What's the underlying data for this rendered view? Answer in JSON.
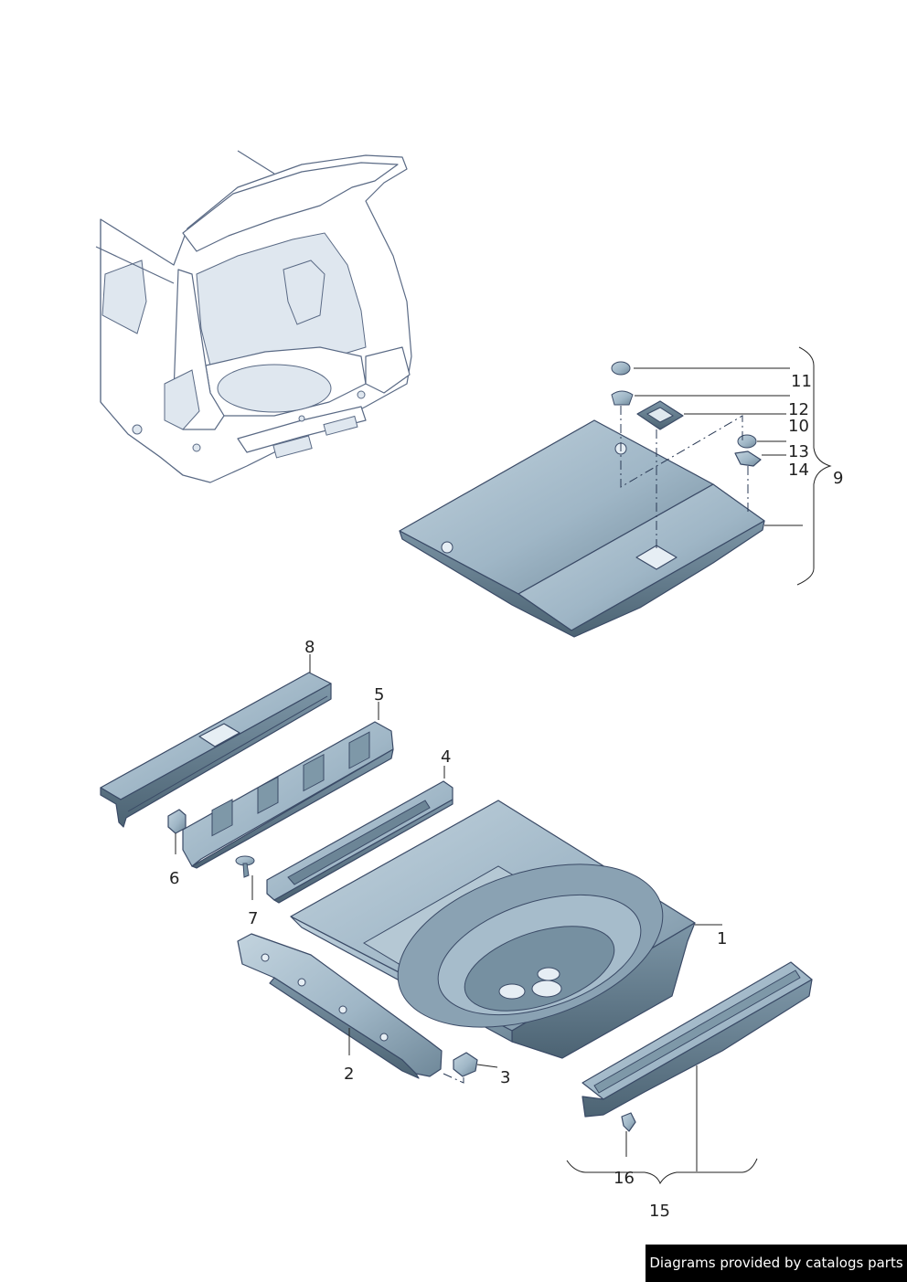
{
  "callouts": {
    "c1": "1",
    "c2": "2",
    "c3": "3",
    "c4": "4",
    "c5": "5",
    "c6": "6",
    "c7": "7",
    "c8": "8",
    "c9": "9",
    "c10": "10",
    "c11": "11",
    "c12": "12",
    "c13": "13",
    "c14": "14",
    "c15": "15",
    "c16": "16"
  },
  "watermark": "Diagrams provided by catalogs parts",
  "colors": {
    "part_fill": "#9fb6c6",
    "part_dark": "#5e7788",
    "part_light": "#c9d7e1",
    "line": "#222222",
    "watermark_bg": "#000000"
  }
}
